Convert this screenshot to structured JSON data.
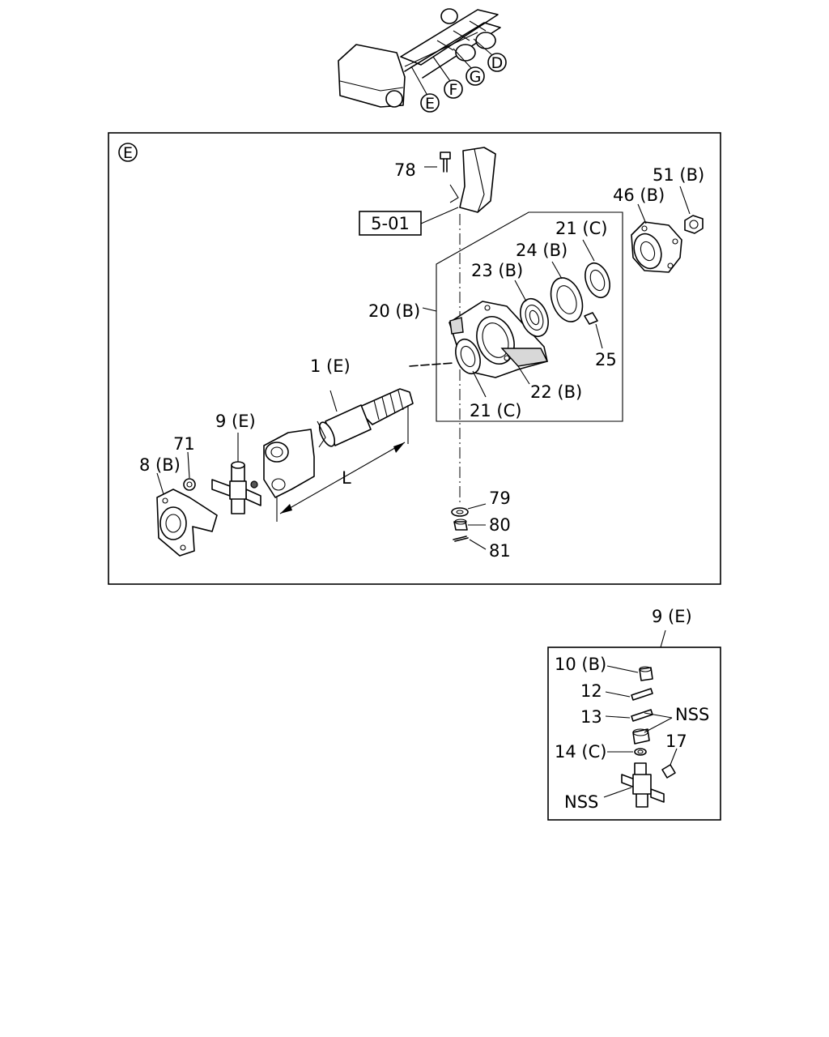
{
  "diagram": {
    "locator": {
      "callouts": [
        "E",
        "F",
        "G",
        "D"
      ]
    },
    "main_panel": {
      "view_label": "E",
      "ref_box": "5-01",
      "dimension_label": "L",
      "parts": [
        {
          "id": "78",
          "text": "78"
        },
        {
          "id": "51b",
          "text": "51 (B)"
        },
        {
          "id": "46b",
          "text": "46 (B)"
        },
        {
          "id": "21c_top",
          "text": "21 (C)"
        },
        {
          "id": "24b",
          "text": "24 (B)"
        },
        {
          "id": "23b",
          "text": "23 (B)"
        },
        {
          "id": "20b",
          "text": "20 (B)"
        },
        {
          "id": "25",
          "text": "25"
        },
        {
          "id": "1e",
          "text": "1 (E)"
        },
        {
          "id": "22b",
          "text": "22 (B)"
        },
        {
          "id": "21c_bot",
          "text": "21 (C)"
        },
        {
          "id": "9e",
          "text": "9 (E)"
        },
        {
          "id": "71",
          "text": "71"
        },
        {
          "id": "8b",
          "text": "8 (B)"
        },
        {
          "id": "79",
          "text": "79"
        },
        {
          "id": "80",
          "text": "80"
        },
        {
          "id": "81",
          "text": "81"
        }
      ]
    },
    "detail_panel": {
      "title": "9 (E)",
      "parts": [
        {
          "id": "10b",
          "text": "10 (B)"
        },
        {
          "id": "12",
          "text": "12"
        },
        {
          "id": "13",
          "text": "13"
        },
        {
          "id": "nss_a",
          "text": "NSS"
        },
        {
          "id": "14c",
          "text": "14 (C)"
        },
        {
          "id": "17",
          "text": "17"
        },
        {
          "id": "nss_b",
          "text": "NSS"
        }
      ]
    }
  }
}
